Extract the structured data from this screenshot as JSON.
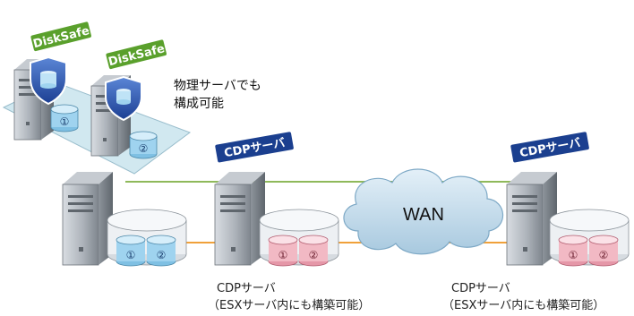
{
  "labels": {
    "disksafe": "DiskSafe",
    "cdp_server": "CDPサーバ",
    "wan": "WAN",
    "disk_1": "①",
    "disk_2": "②"
  },
  "note": {
    "line1": "物理サーバでも",
    "line2": "構成可能"
  },
  "captions": {
    "center": {
      "line1": "CDPサーバ",
      "line2": "（ESXサーバ内にも構築可能）"
    },
    "right": {
      "line1": "CDPサーバ",
      "line2": "（ESXサーバ内にも構築可能）"
    }
  },
  "colors": {
    "disksafe_tag": "#5aa02c",
    "cdp_tag": "#1b3f8f",
    "green_link": "#8fb95a",
    "orange_link": "#f0a13a",
    "platform": "#cde6ef",
    "cloud": "#bfd9ea",
    "disk_blue": "#9fd3ef",
    "disk_pink": "#f2b9c4"
  }
}
